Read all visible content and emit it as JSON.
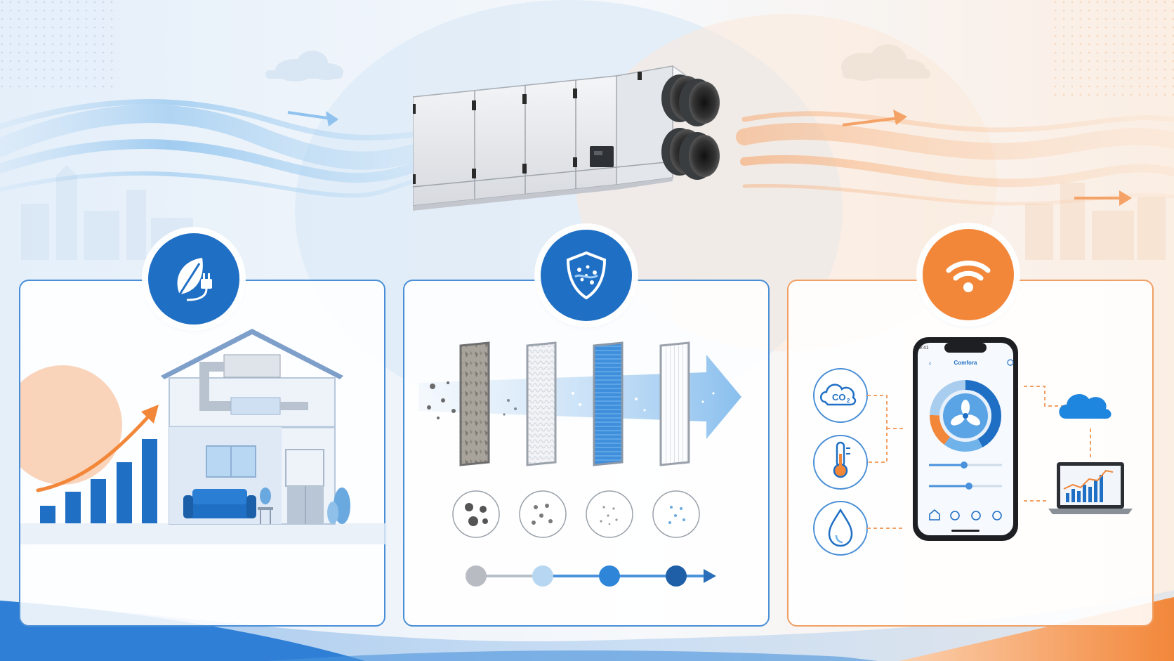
{
  "hero": {
    "device": "heat-recovery-ventilation-unit",
    "intake_color": "#6fb3ea",
    "exhaust_color": "#f6a56a"
  },
  "panels": [
    {
      "id": "energy-savings",
      "badge_icon": "leaf-plug-icon",
      "accent": "#1f6fc4",
      "chart_trend": [
        0.2,
        0.35,
        0.55,
        0.72,
        0.95
      ]
    },
    {
      "id": "filtration",
      "badge_icon": "shield-particles-icon",
      "accent": "#1f6fc4",
      "filter_stages": 4,
      "particle_levels": [
        "coarse",
        "medium",
        "fine",
        "ultrafine"
      ]
    },
    {
      "id": "smart-control",
      "badge_icon": "wifi-icon",
      "accent": "#f2873a",
      "sensors": [
        {
          "icon": "co2-icon",
          "label": "CO2"
        },
        {
          "icon": "thermometer-icon",
          "label": ""
        },
        {
          "icon": "humidity-drop-icon",
          "label": ""
        }
      ],
      "app_title": "Comfora",
      "dial_segments": [
        0.42,
        0.18,
        0.15,
        0.25
      ],
      "laptop_chart_trend": [
        0.3,
        0.45,
        0.4,
        0.6,
        0.55,
        0.75,
        0.9
      ]
    }
  ],
  "colors": {
    "brand_blue": "#1f6fc4",
    "light_blue": "#6fb3ea",
    "brand_orange": "#f2873a",
    "panel_border_blue": "#4a8fd6",
    "panel_border_orange": "#f0a064"
  }
}
